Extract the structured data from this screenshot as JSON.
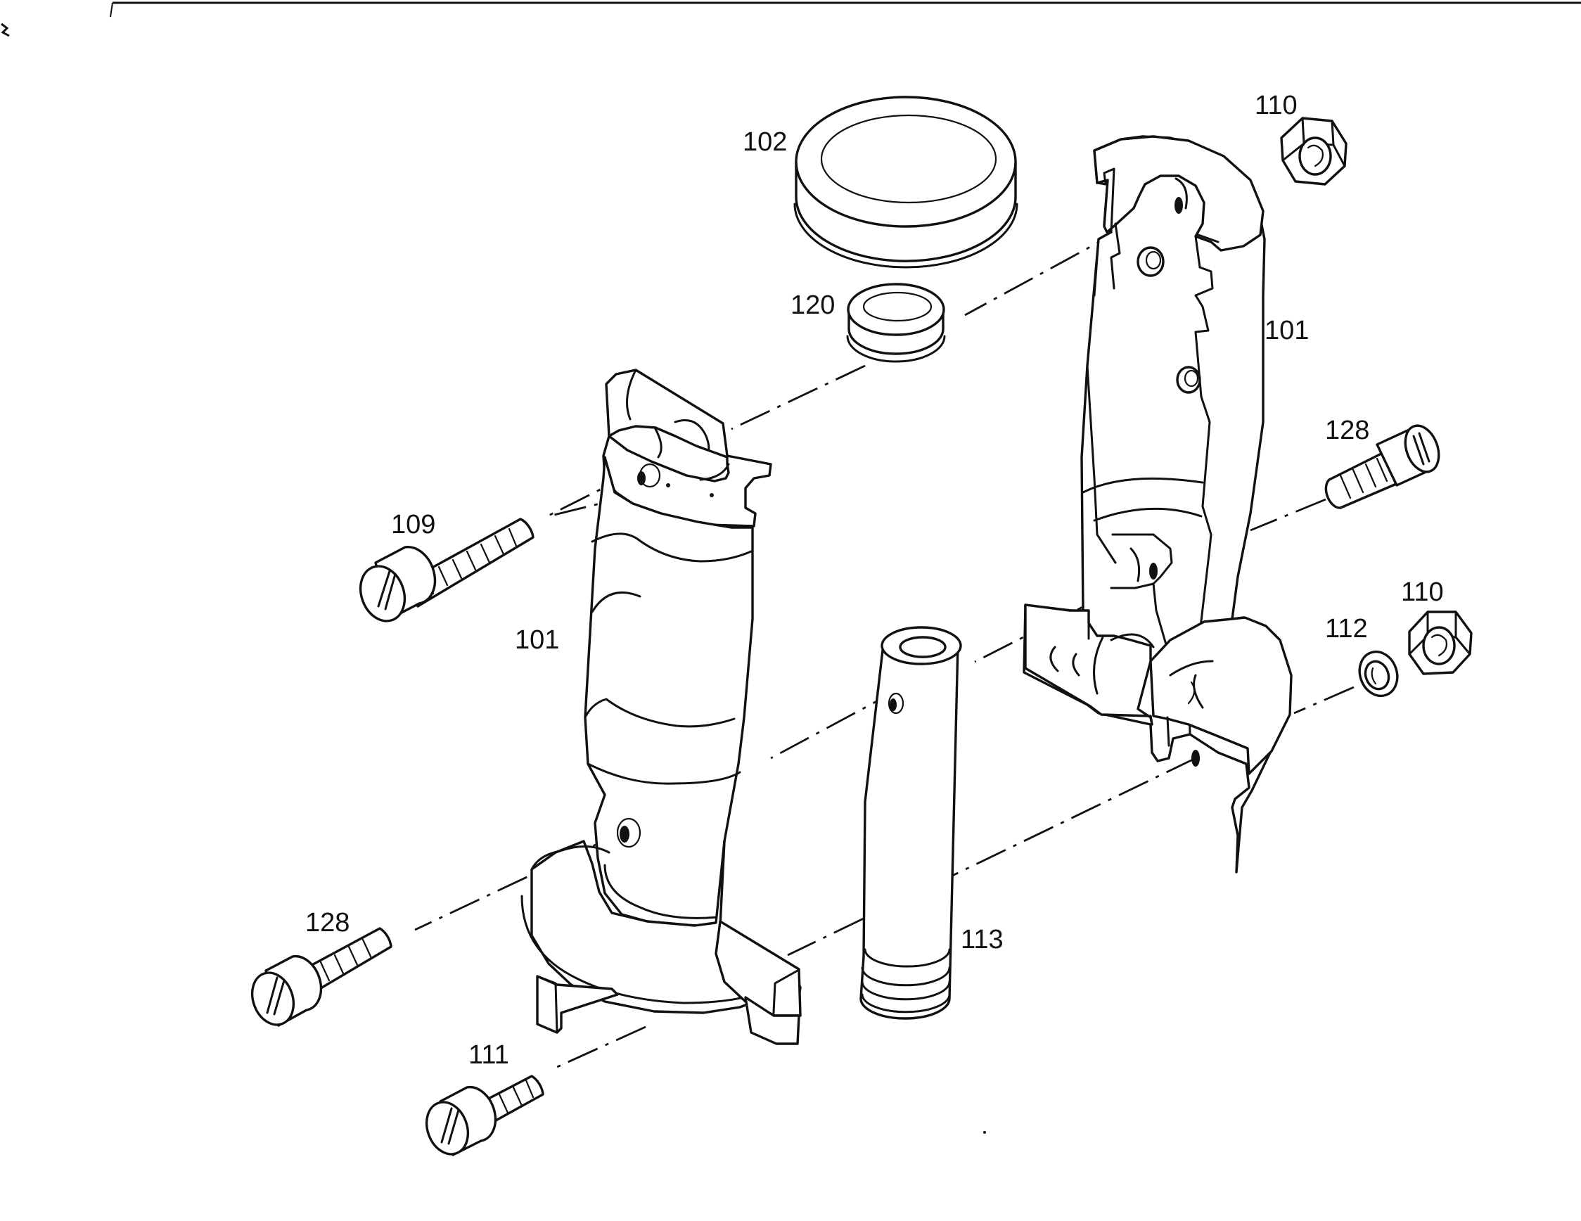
{
  "diagram": {
    "labels": {
      "p102": "102",
      "p120": "120",
      "p110_top": "110",
      "p101_right": "101",
      "p128_right": "128",
      "p109": "109",
      "p101_left": "101",
      "p112": "112",
      "p110_mid": "110",
      "p128_left": "128",
      "p113": "113",
      "p111": "111"
    }
  }
}
